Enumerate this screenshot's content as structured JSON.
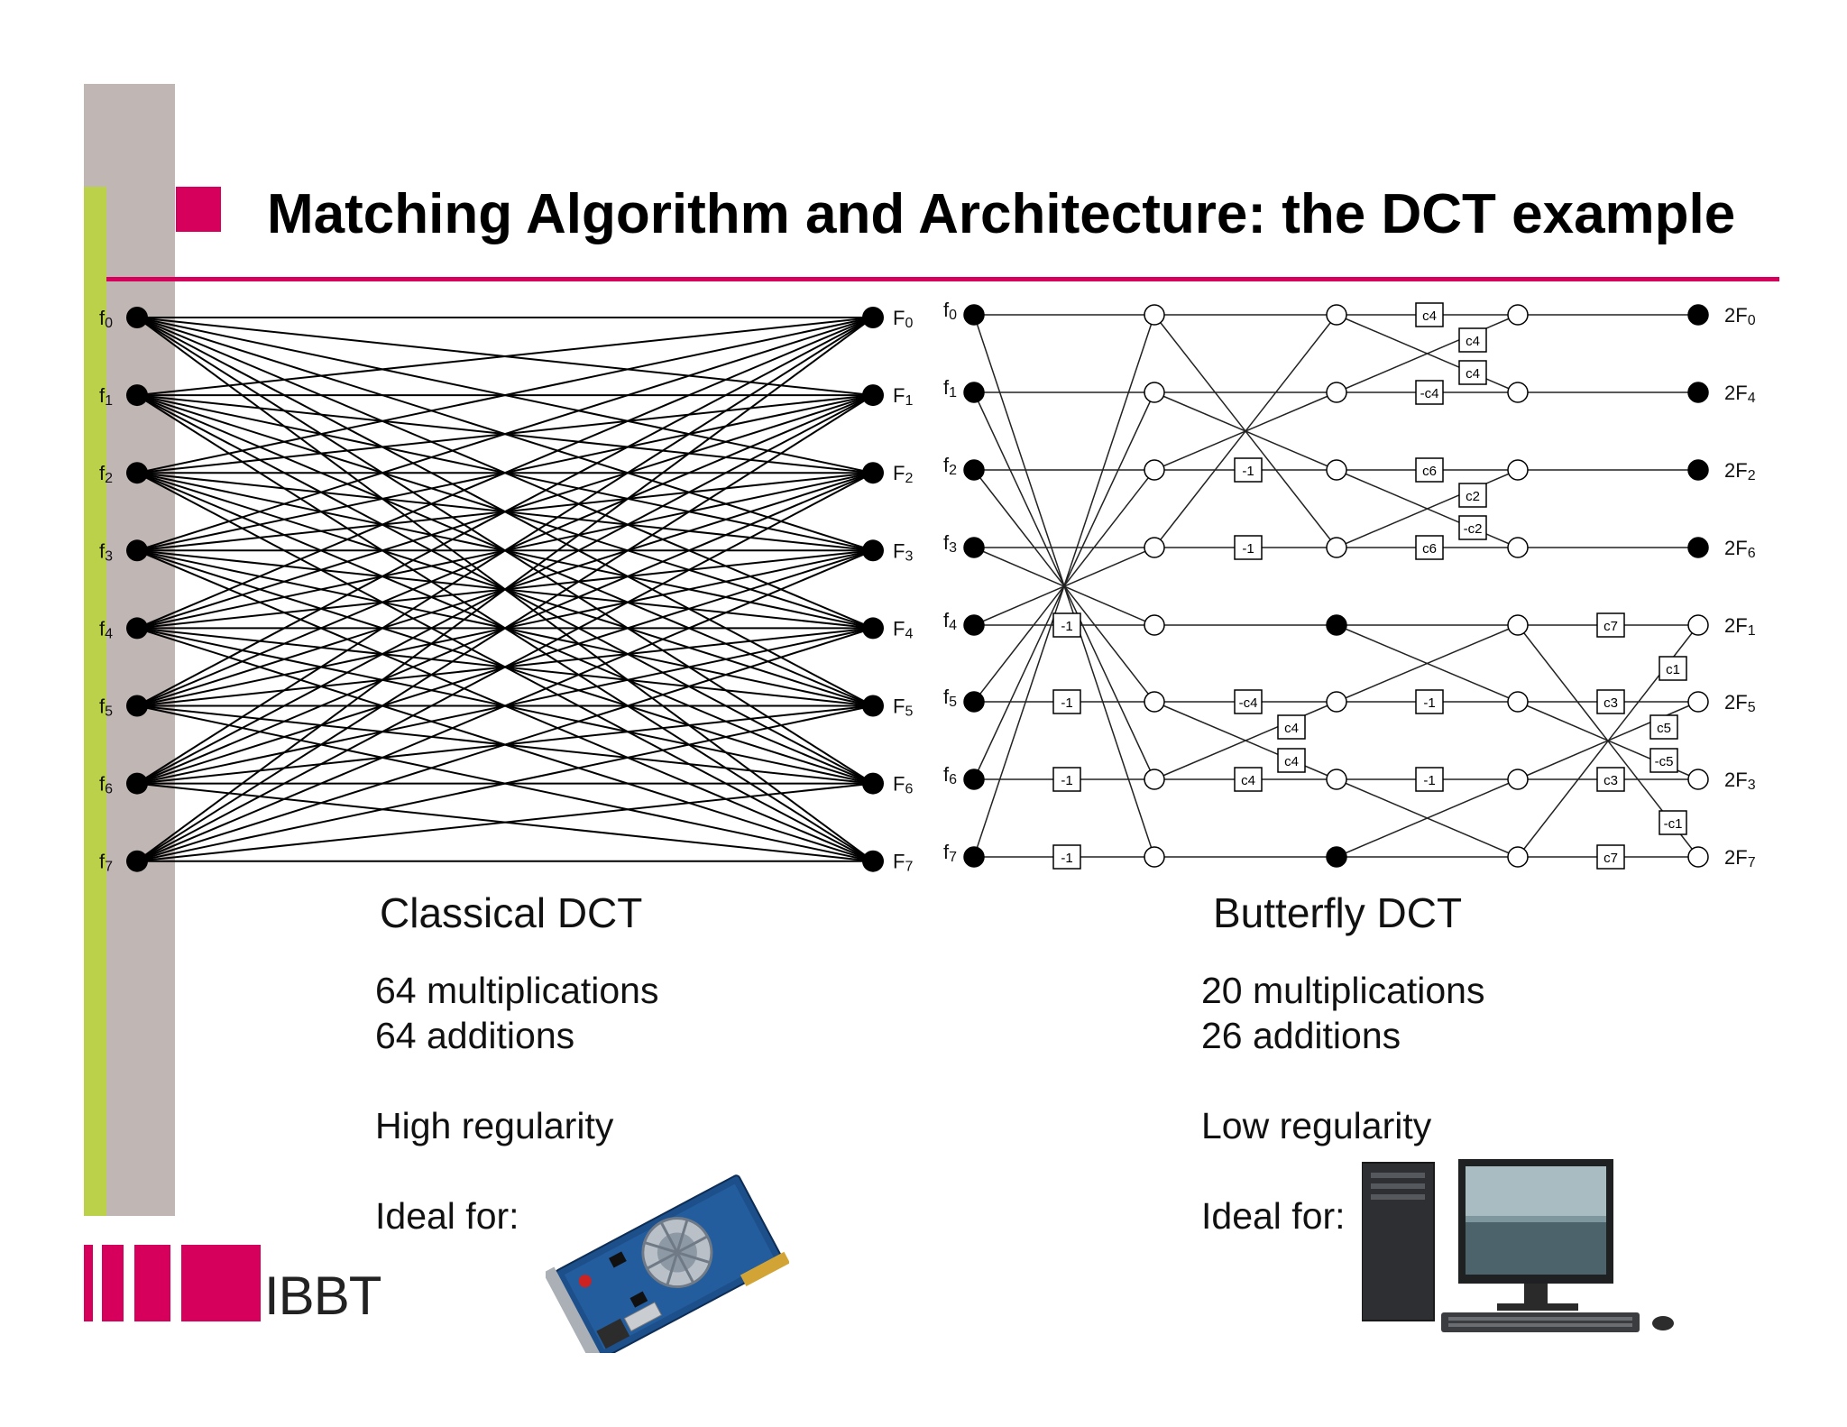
{
  "slide": {
    "title": "Matching Algorithm and Architecture: the DCT example"
  },
  "colors": {
    "accent": "#d6005c",
    "side_gray": "#c0b6b4",
    "side_green": "#bcd14a"
  },
  "classical": {
    "inputs": [
      "f0",
      "f1",
      "f2",
      "f3",
      "f4",
      "f5",
      "f6",
      "f7"
    ],
    "outputs": [
      "F0",
      "F1",
      "F2",
      "F3",
      "F4",
      "F5",
      "F6",
      "F7"
    ],
    "heading": "Classical DCT",
    "multiplications": "64 multiplications",
    "additions": "64 additions",
    "regularity": "High regularity",
    "ideal": "Ideal for:",
    "image_icon": "graphics-card-icon"
  },
  "butterfly": {
    "inputs": [
      "f0",
      "f1",
      "f2",
      "f3",
      "f4",
      "f5",
      "f6",
      "f7"
    ],
    "outputs": [
      "2F0",
      "2F4",
      "2F2",
      "2F6",
      "2F1",
      "2F5",
      "2F3",
      "2F7"
    ],
    "heading": "Butterfly DCT",
    "multiplications": "20 multiplications",
    "additions": "26 additions",
    "regularity": "Low regularity",
    "ideal": "Ideal for:",
    "image_icon": "desktop-computer-icon",
    "coef_boxes": [
      "-1",
      "-1",
      "-1",
      "-1",
      "-1",
      "-1",
      "-c4",
      "c4",
      "c4",
      "c4",
      "-1",
      "-1",
      "c4",
      "c4",
      "c4",
      "-c4",
      "c6",
      "c2",
      "-c2",
      "c6",
      "c7",
      "c1",
      "c3",
      "c5",
      "-c5",
      "c3",
      "-c1",
      "c7"
    ]
  },
  "logo": {
    "text": "IBBT"
  }
}
